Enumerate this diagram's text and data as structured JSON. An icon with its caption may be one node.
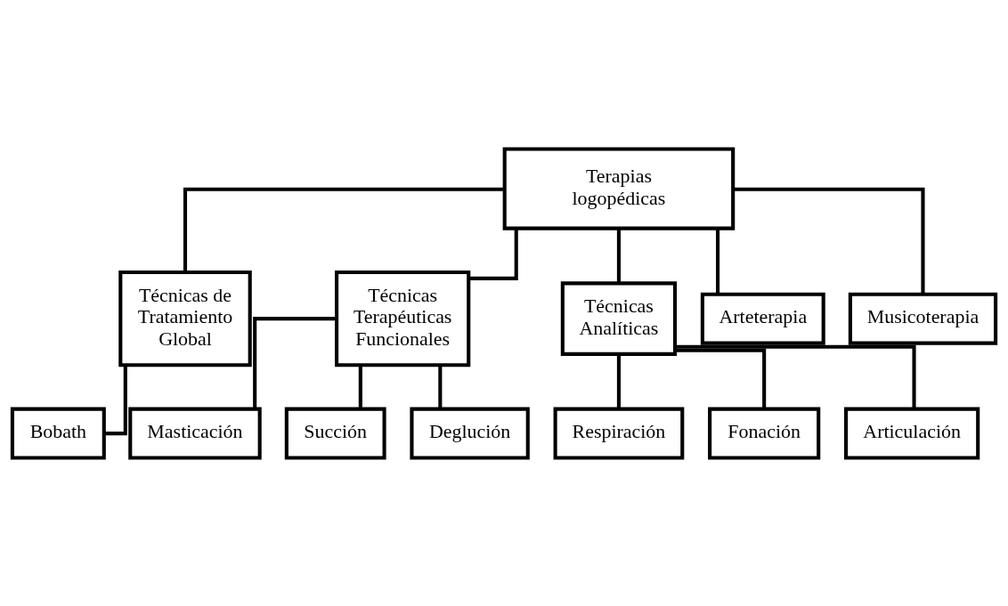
{
  "diagram": {
    "nodes": [
      {
        "text": [
          "Terapias logopédicas"
        ]
      },
      {
        "text": [
          "Técnicas de Tratamiento Global"
        ]
      },
      {
        "text": [
          "Técnicas Terapéuticas Funcionales"
        ]
      },
      {
        "text": [
          "Técnicas Analíticas"
        ]
      },
      {
        "text": [
          "Arteterapia"
        ]
      },
      {
        "text": [
          "Musicoterapia"
        ]
      },
      {
        "text": [
          "Bobath"
        ]
      },
      {
        "text": [
          "Masticación"
        ]
      },
      {
        "text": [
          "Succión"
        ]
      },
      {
        "text": [
          "Deglución"
        ]
      },
      {
        "text": [
          "Respiración"
        ]
      },
      {
        "text": [
          "Fonación"
        ]
      },
      {
        "text": [
          "Articulación"
        ]
      }
    ],
    "edges": [
      {
        "from": 0,
        "to": 1,
        "arrow": "none"
      },
      {
        "from": 0,
        "to": 2,
        "arrow": "none"
      },
      {
        "from": 0,
        "to": 3,
        "arrow": "none"
      },
      {
        "from": 0,
        "to": 4,
        "arrow": "none"
      },
      {
        "from": 0,
        "to": 5,
        "arrow": "none"
      },
      {
        "from": 1,
        "to": 6,
        "arrow": "none"
      },
      {
        "from": 2,
        "to": 7,
        "arrow": "none"
      },
      {
        "from": 2,
        "to": 8,
        "arrow": "none"
      },
      {
        "from": 2,
        "to": 9,
        "arrow": "none"
      },
      {
        "from": 3,
        "to": 10,
        "arrow": "none"
      },
      {
        "from": 3,
        "to": 11,
        "arrow": "none"
      },
      {
        "from": 3,
        "to": 12,
        "arrow": "none"
      }
    ]
  }
}
